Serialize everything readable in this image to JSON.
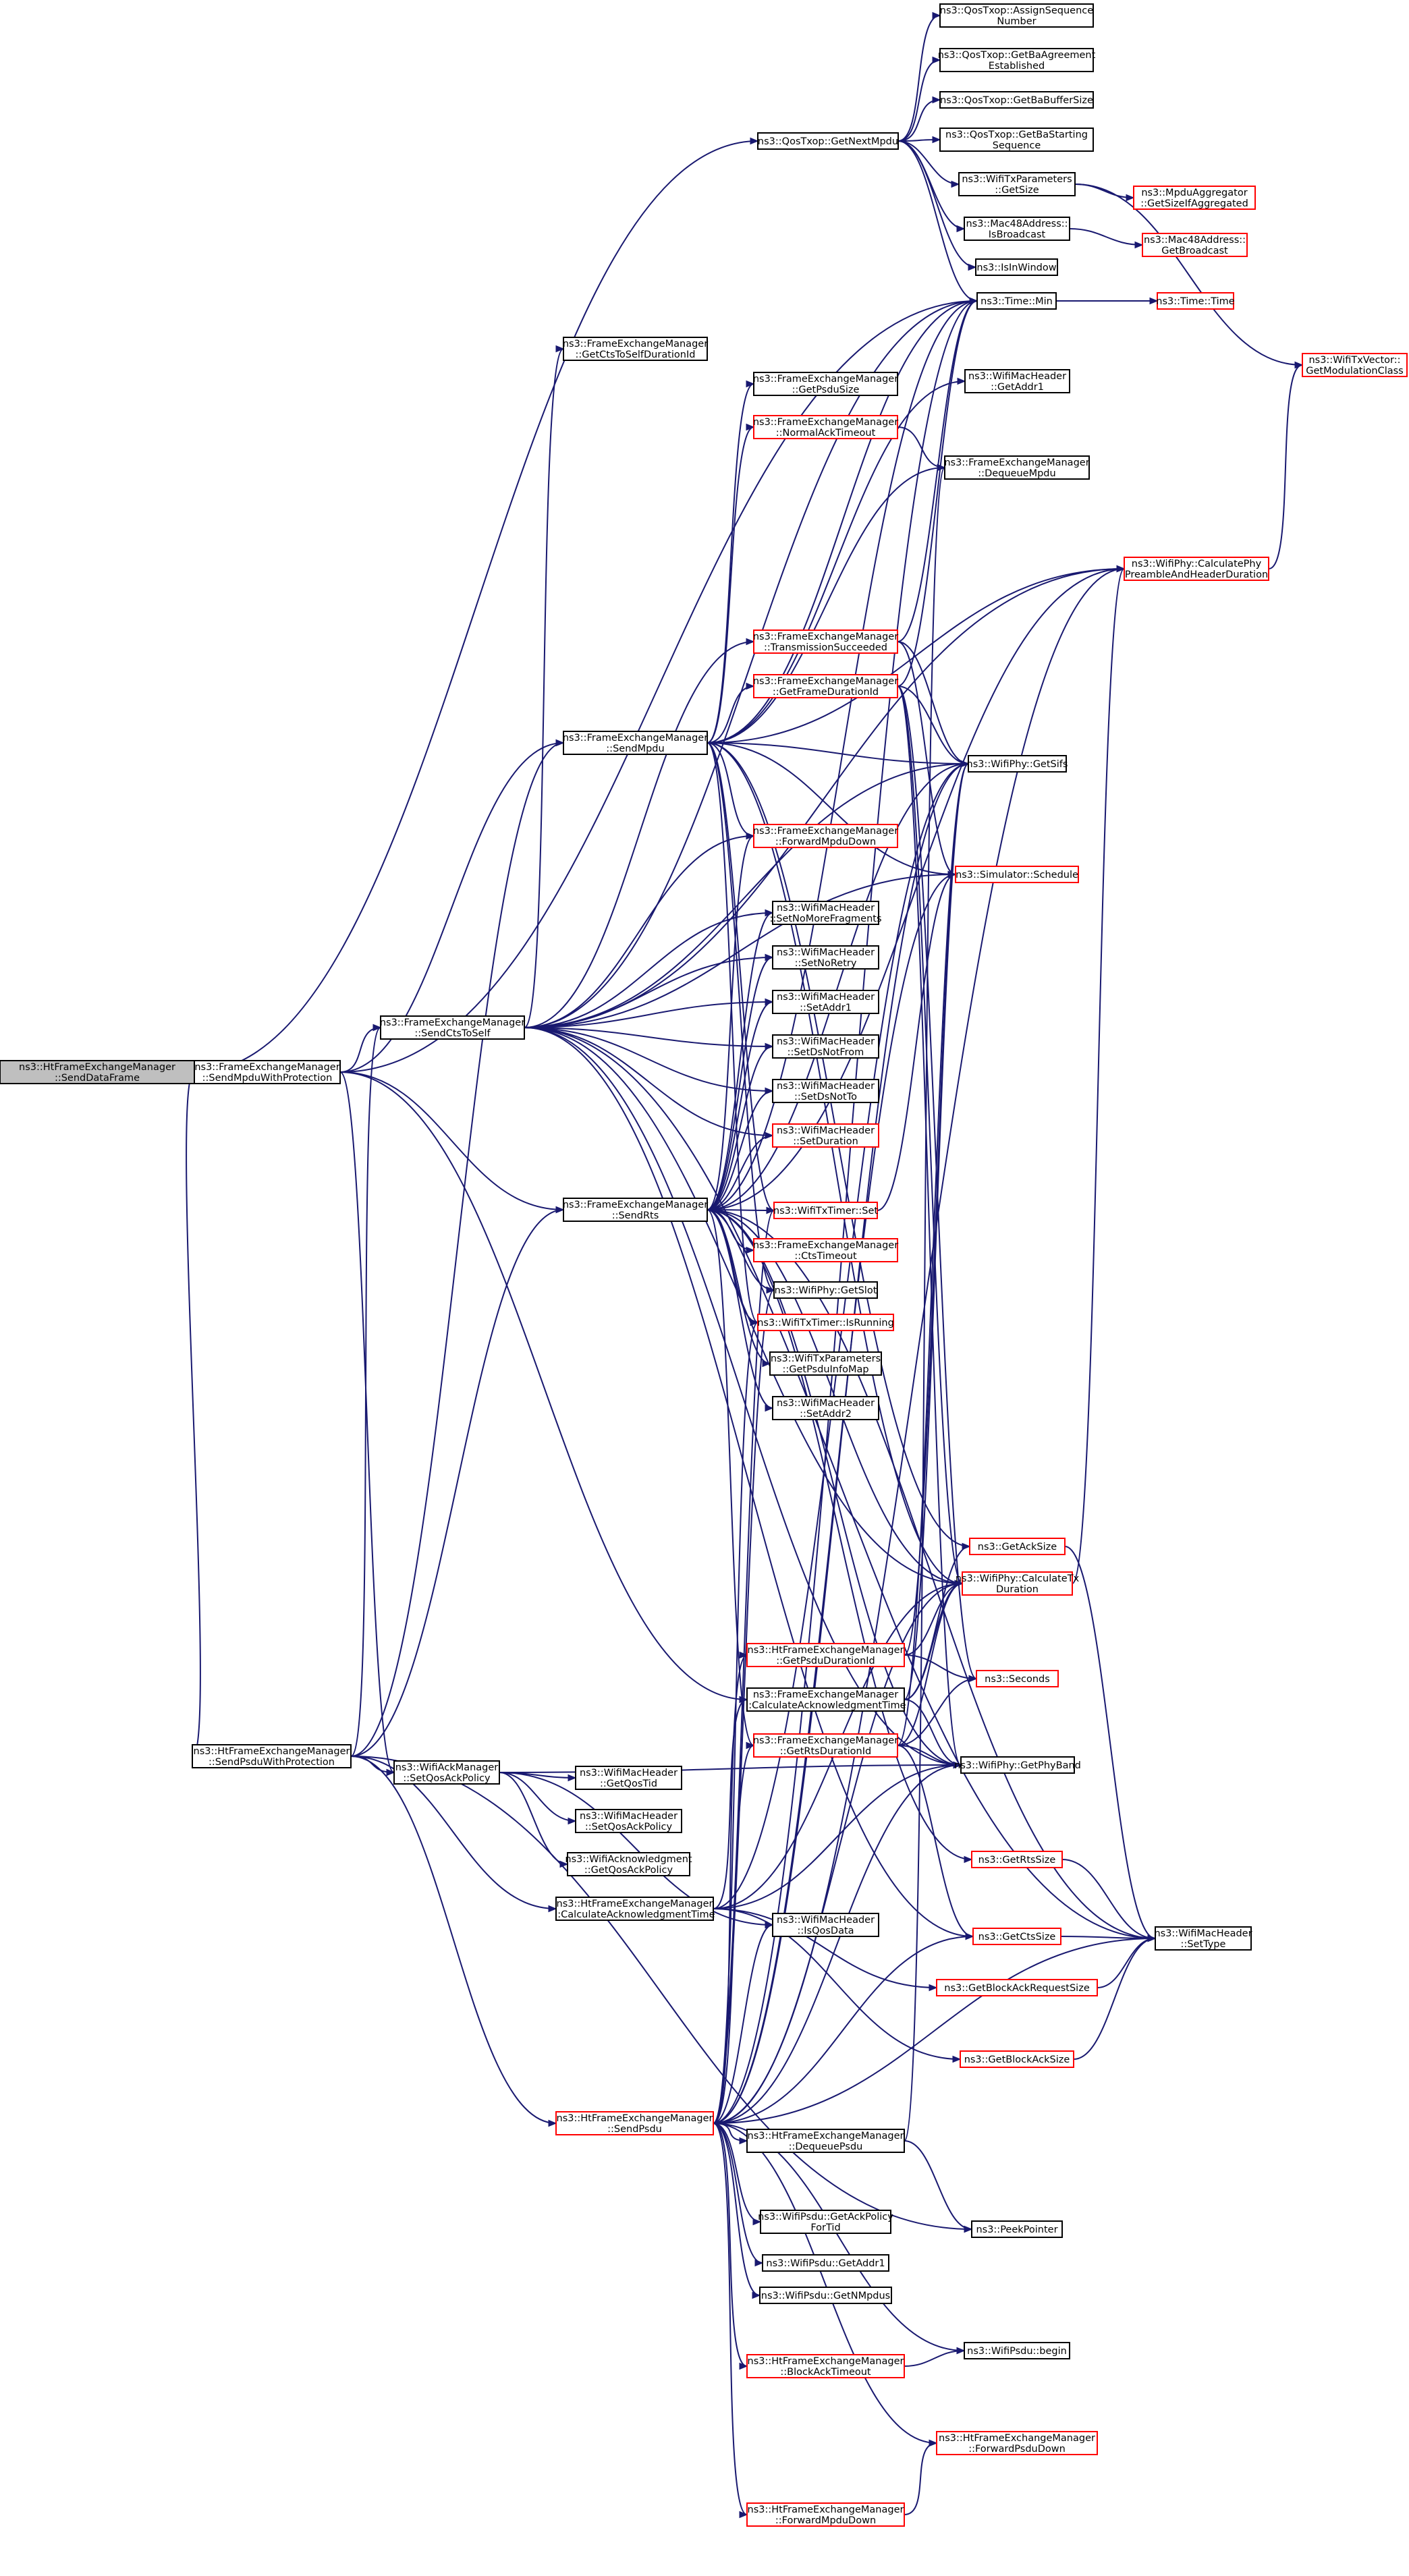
{
  "colors": {
    "edge": "#191970",
    "node_border_normal": "#000000",
    "node_border_incomplete": "#ff0000",
    "node_fill": "#ffffff",
    "root_fill": "#bfbfbf"
  },
  "nodes": [
    {
      "id": "root",
      "lines": [
        "ns3::HtFrameExchangeManager",
        "::SendDataFrame"
      ],
      "style": "root"
    },
    {
      "id": "sendMpduWithProt",
      "lines": [
        "ns3::FrameExchangeManager",
        "::SendMpduWithProtection"
      ],
      "style": "normal"
    },
    {
      "id": "sendPsduWithProt",
      "lines": [
        "ns3::HtFrameExchangeManager",
        "::SendPsduWithProtection"
      ],
      "style": "normal"
    },
    {
      "id": "getNextMpdu",
      "lines": [
        "ns3::QosTxop::GetNextMpdu"
      ],
      "style": "normal"
    },
    {
      "id": "assignSeq",
      "lines": [
        "ns3::QosTxop::AssignSequence",
        "Number"
      ],
      "style": "normal"
    },
    {
      "id": "getBaAgreement",
      "lines": [
        "ns3::QosTxop::GetBaAgreement",
        "Established"
      ],
      "style": "normal"
    },
    {
      "id": "getBaBuffer",
      "lines": [
        "ns3::QosTxop::GetBaBufferSize"
      ],
      "style": "normal"
    },
    {
      "id": "getBaStarting",
      "lines": [
        "ns3::QosTxop::GetBaStarting",
        "Sequence"
      ],
      "style": "normal"
    },
    {
      "id": "txParamsGetSize",
      "lines": [
        "ns3::WifiTxParameters",
        "::GetSize"
      ],
      "style": "normal"
    },
    {
      "id": "getSizeIfAggr",
      "lines": [
        "ns3::MpduAggregator",
        "::GetSizeIfAggregated"
      ],
      "style": "incomplete"
    },
    {
      "id": "isBroadcast",
      "lines": [
        "ns3::Mac48Address::",
        "IsBroadcast"
      ],
      "style": "normal"
    },
    {
      "id": "getBroadcast",
      "lines": [
        "ns3::Mac48Address::",
        "GetBroadcast"
      ],
      "style": "incomplete"
    },
    {
      "id": "isInWindow",
      "lines": [
        "ns3::IsInWindow"
      ],
      "style": "normal"
    },
    {
      "id": "timeMin",
      "lines": [
        "ns3::Time::Min"
      ],
      "style": "normal"
    },
    {
      "id": "timeTime",
      "lines": [
        "ns3::Time::Time"
      ],
      "style": "incomplete"
    },
    {
      "id": "getModClass",
      "lines": [
        "ns3::WifiTxVector::",
        "GetModulationClass"
      ],
      "style": "incomplete"
    },
    {
      "id": "getCtsToSelf",
      "lines": [
        "ns3::FrameExchangeManager",
        "::GetCtsToSelfDurationId"
      ],
      "style": "normal"
    },
    {
      "id": "getAddr1",
      "lines": [
        "ns3::WifiMacHeader",
        "::GetAddr1"
      ],
      "style": "normal"
    },
    {
      "id": "getPsduSize",
      "lines": [
        "ns3::FrameExchangeManager",
        "::GetPsduSize"
      ],
      "style": "normal"
    },
    {
      "id": "normalAckTimeout",
      "lines": [
        "ns3::FrameExchangeManager",
        "::NormalAckTimeout"
      ],
      "style": "incomplete"
    },
    {
      "id": "dequeueMpdu",
      "lines": [
        "ns3::FrameExchangeManager",
        "::DequeueMpdu"
      ],
      "style": "normal"
    },
    {
      "id": "calcPreamble",
      "lines": [
        "ns3::WifiPhy::CalculatePhy",
        "PreambleAndHeaderDuration"
      ],
      "style": "incomplete"
    },
    {
      "id": "txSucceeded",
      "lines": [
        "ns3::FrameExchangeManager",
        "::TransmissionSucceeded"
      ],
      "style": "incomplete"
    },
    {
      "id": "getFrameDur",
      "lines": [
        "ns3::FrameExchangeManager",
        "::GetFrameDurationId"
      ],
      "style": "incomplete"
    },
    {
      "id": "getSifs",
      "lines": [
        "ns3::WifiPhy::GetSifs"
      ],
      "style": "normal"
    },
    {
      "id": "sendMpdu",
      "lines": [
        "ns3::FrameExchangeManager",
        "::SendMpdu"
      ],
      "style": "normal"
    },
    {
      "id": "forwardMpduDown",
      "lines": [
        "ns3::FrameExchangeManager",
        "::ForwardMpduDown"
      ],
      "style": "incomplete"
    },
    {
      "id": "schedule",
      "lines": [
        "ns3::Simulator::Schedule"
      ],
      "style": "incomplete"
    },
    {
      "id": "setNoMoreFrag",
      "lines": [
        "ns3::WifiMacHeader",
        "::SetNoMoreFragments"
      ],
      "style": "normal"
    },
    {
      "id": "setNoRetry",
      "lines": [
        "ns3::WifiMacHeader",
        "::SetNoRetry"
      ],
      "style": "normal"
    },
    {
      "id": "sendCtsToSelf",
      "lines": [
        "ns3::FrameExchangeManager",
        "::SendCtsToSelf"
      ],
      "style": "normal"
    },
    {
      "id": "setAddr1",
      "lines": [
        "ns3::WifiMacHeader",
        "::SetAddr1"
      ],
      "style": "normal"
    },
    {
      "id": "setDsNotFrom",
      "lines": [
        "ns3::WifiMacHeader",
        "::SetDsNotFrom"
      ],
      "style": "normal"
    },
    {
      "id": "setDsNotTo",
      "lines": [
        "ns3::WifiMacHeader",
        "::SetDsNotTo"
      ],
      "style": "normal"
    },
    {
      "id": "setDuration",
      "lines": [
        "ns3::WifiMacHeader",
        "::SetDuration"
      ],
      "style": "incomplete"
    },
    {
      "id": "sendRts",
      "lines": [
        "ns3::FrameExchangeManager",
        "::SendRts"
      ],
      "style": "normal"
    },
    {
      "id": "txTimerSet",
      "lines": [
        "ns3::WifiTxTimer::Set"
      ],
      "style": "incomplete"
    },
    {
      "id": "ctsTimeout",
      "lines": [
        "ns3::FrameExchangeManager",
        "::CtsTimeout"
      ],
      "style": "incomplete"
    },
    {
      "id": "getSlot",
      "lines": [
        "ns3::WifiPhy::GetSlot"
      ],
      "style": "normal"
    },
    {
      "id": "isRunning",
      "lines": [
        "ns3::WifiTxTimer::IsRunning"
      ],
      "style": "incomplete"
    },
    {
      "id": "getPsduInfoMap",
      "lines": [
        "ns3::WifiTxParameters",
        "::GetPsduInfoMap"
      ],
      "style": "normal"
    },
    {
      "id": "setAddr2",
      "lines": [
        "ns3::WifiMacHeader",
        "::SetAddr2"
      ],
      "style": "normal"
    },
    {
      "id": "getAckSize",
      "lines": [
        "ns3::GetAckSize"
      ],
      "style": "incomplete"
    },
    {
      "id": "calcTxDur",
      "lines": [
        "ns3::WifiPhy::CalculateTx",
        "Duration"
      ],
      "style": "incomplete"
    },
    {
      "id": "getPsduDur",
      "lines": [
        "ns3::HtFrameExchangeManager",
        "::GetPsduDurationId"
      ],
      "style": "incomplete"
    },
    {
      "id": "seconds",
      "lines": [
        "ns3::Seconds"
      ],
      "style": "incomplete"
    },
    {
      "id": "calcAckTimeFem",
      "lines": [
        "ns3::FrameExchangeManager",
        "::CalculateAcknowledgmentTime"
      ],
      "style": "normal"
    },
    {
      "id": "getRtsDur",
      "lines": [
        "ns3::FrameExchangeManager",
        "::GetRtsDurationId"
      ],
      "style": "incomplete"
    },
    {
      "id": "getPhyBand",
      "lines": [
        "ns3::WifiPhy::GetPhyBand"
      ],
      "style": "normal"
    },
    {
      "id": "setQosAckPolicyMgr",
      "lines": [
        "ns3::WifiAckManager",
        "::SetQosAckPolicy"
      ],
      "style": "normal"
    },
    {
      "id": "getQosTid",
      "lines": [
        "ns3::WifiMacHeader",
        "::GetQosTid"
      ],
      "style": "normal"
    },
    {
      "id": "setQosAckPolicyHdr",
      "lines": [
        "ns3::WifiMacHeader",
        "::SetQosAckPolicy"
      ],
      "style": "normal"
    },
    {
      "id": "getQosAckPolicy",
      "lines": [
        "ns3::WifiAcknowledgment",
        "::GetQosAckPolicy"
      ],
      "style": "normal"
    },
    {
      "id": "getRtsSize",
      "lines": [
        "ns3::GetRtsSize"
      ],
      "style": "incomplete"
    },
    {
      "id": "calcAckTimeHt",
      "lines": [
        "ns3::HtFrameExchangeManager",
        "::CalculateAcknowledgmentTime"
      ],
      "style": "normal"
    },
    {
      "id": "isQosData",
      "lines": [
        "ns3::WifiMacHeader",
        "::IsQosData"
      ],
      "style": "normal"
    },
    {
      "id": "getCtsSize",
      "lines": [
        "ns3::GetCtsSize"
      ],
      "style": "incomplete"
    },
    {
      "id": "setType",
      "lines": [
        "ns3::WifiMacHeader",
        "::SetType"
      ],
      "style": "normal"
    },
    {
      "id": "getBarSize",
      "lines": [
        "ns3::GetBlockAckRequestSize"
      ],
      "style": "incomplete"
    },
    {
      "id": "getBaSize",
      "lines": [
        "ns3::GetBlockAckSize"
      ],
      "style": "incomplete"
    },
    {
      "id": "sendPsdu",
      "lines": [
        "ns3::HtFrameExchangeManager",
        "::SendPsdu"
      ],
      "style": "incomplete"
    },
    {
      "id": "dequeuePsdu",
      "lines": [
        "ns3::HtFrameExchangeManager",
        "::DequeuePsdu"
      ],
      "style": "normal"
    },
    {
      "id": "peekPointer",
      "lines": [
        "ns3::PeekPointer"
      ],
      "style": "normal"
    },
    {
      "id": "getAckPolicyForTid",
      "lines": [
        "ns3::WifiPsdu::GetAckPolicy",
        "ForTid"
      ],
      "style": "normal"
    },
    {
      "id": "psduGetAddr1",
      "lines": [
        "ns3::WifiPsdu::GetAddr1"
      ],
      "style": "normal"
    },
    {
      "id": "getNMpdus",
      "lines": [
        "ns3::WifiPsdu::GetNMpdus"
      ],
      "style": "normal"
    },
    {
      "id": "psduBegin",
      "lines": [
        "ns3::WifiPsdu::begin"
      ],
      "style": "normal"
    },
    {
      "id": "blockAckTimeout",
      "lines": [
        "ns3::HtFrameExchangeManager",
        "::BlockAckTimeout"
      ],
      "style": "incomplete"
    },
    {
      "id": "forwardPsduDown",
      "lines": [
        "ns3::HtFrameExchangeManager",
        "::ForwardPsduDown"
      ],
      "style": "incomplete"
    },
    {
      "id": "htForwardMpduDown",
      "lines": [
        "ns3::HtFrameExchangeManager",
        "::ForwardMpduDown"
      ],
      "style": "incomplete"
    }
  ]
}
